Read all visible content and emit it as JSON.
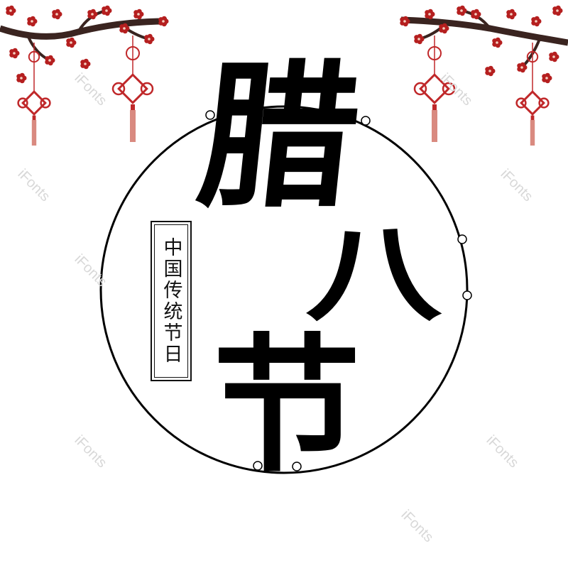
{
  "title": {
    "char1": "腊",
    "char2": "八",
    "char3": "节"
  },
  "subtitle": "中国传统节日",
  "watermark": "iFonts",
  "colors": {
    "ink": "#000000",
    "blossom": "#b51f1f",
    "branch": "#3a2420",
    "knot": "#c0282a",
    "tassel": "#d98a80"
  }
}
